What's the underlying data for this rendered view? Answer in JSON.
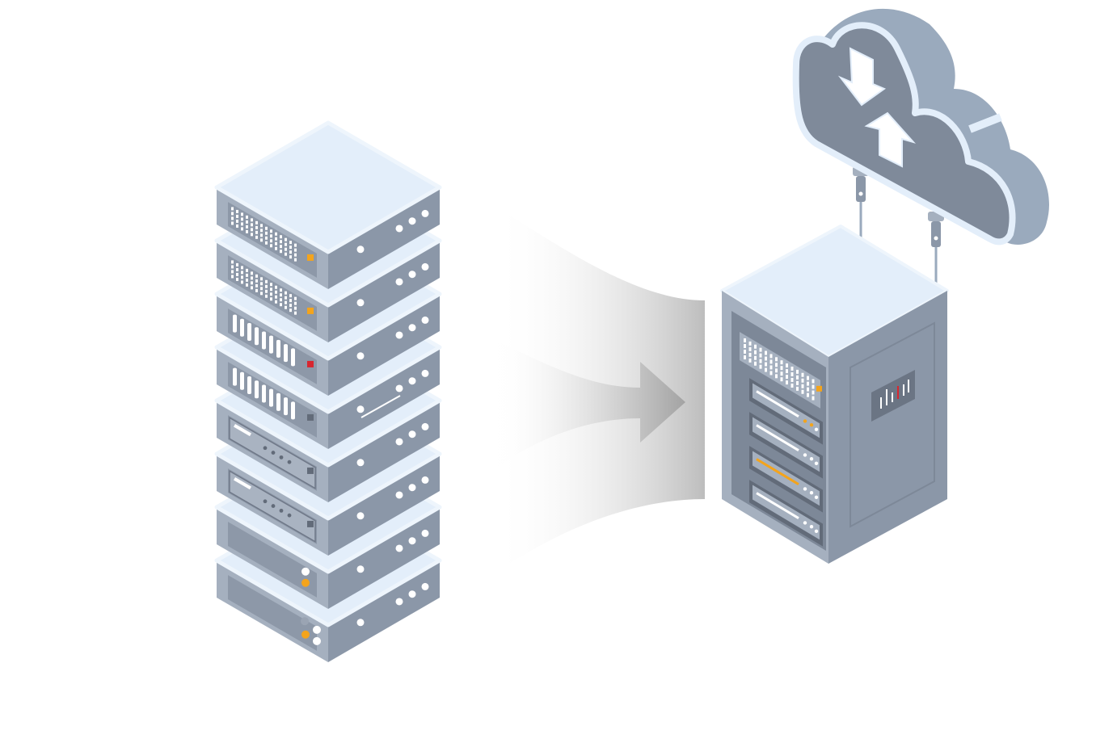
{
  "figure": {
    "components": [
      {
        "id": "server-stack",
        "icon": "server-rack-stack-icon",
        "units": 8
      },
      {
        "id": "migration-arrow",
        "icon": "arrow-right-icon",
        "direction": "right"
      },
      {
        "id": "server-cabinet",
        "icon": "server-cabinet-icon"
      },
      {
        "id": "cloud",
        "icon": "cloud-upload-download-icon"
      }
    ],
    "connections": [
      {
        "from": "server-stack",
        "to": "server-cabinet",
        "kind": "arrow"
      },
      {
        "from": "server-cabinet",
        "to": "cloud",
        "kind": "cable"
      },
      {
        "from": "server-cabinet",
        "to": "cloud",
        "kind": "cable"
      }
    ],
    "colors": {
      "top_face": "#e3eefa",
      "top_rim": "#eef5fc",
      "front_left": "#a5b0bf",
      "front_right": "#8b97a8",
      "dark_panel": "#626b79",
      "recess": "#7d8898",
      "led_orange": "#f4a41c",
      "led_red": "#d8262f",
      "arrow_dark": "#a3a3a3",
      "arrow_light": "#ffffff",
      "cloud_side": "#9aaabd",
      "cloud_face": "#7f8a9a",
      "cloud_rim": "#e3eefa"
    }
  }
}
